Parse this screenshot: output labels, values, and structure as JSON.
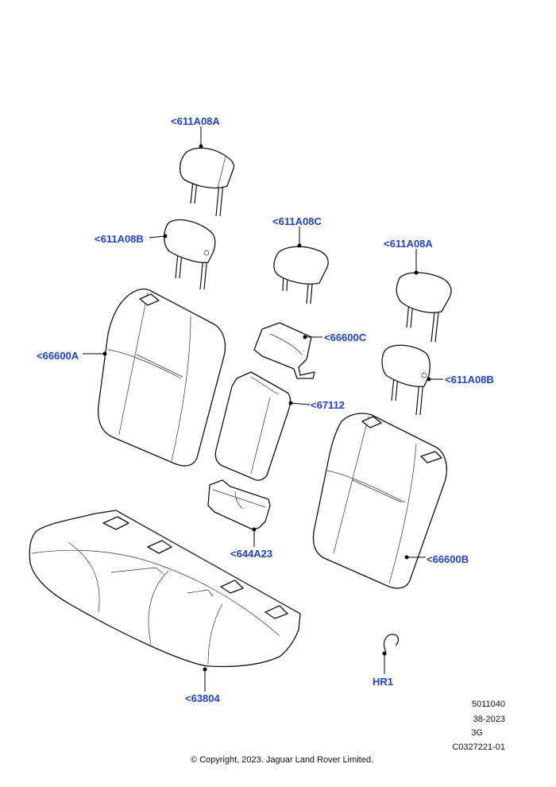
{
  "colors": {
    "callout": "#1f3fd6",
    "line": "#111111",
    "background": "#ffffff"
  },
  "callouts": {
    "headrest_top_left": "<611A08A",
    "headrest_left": "<611A08B",
    "headrest_center": "<611A08C",
    "headrest_top_right": "<611A08A",
    "headrest_right": "<611A08B",
    "backrest_left": "<66600A",
    "armrest_cover": "<66600C",
    "armrest_pad": "<67112",
    "cup_holder": "<644A23",
    "backrest_right": "<66600B",
    "cushion": "<63804",
    "hog_ring": "HR1"
  },
  "meta": {
    "line1": "5011040",
    "line2": "38-2023",
    "line3": "3G",
    "line4": "C0327221-01"
  },
  "copyright": "© Copyright, 2023. Jaguar Land Rover Limited."
}
